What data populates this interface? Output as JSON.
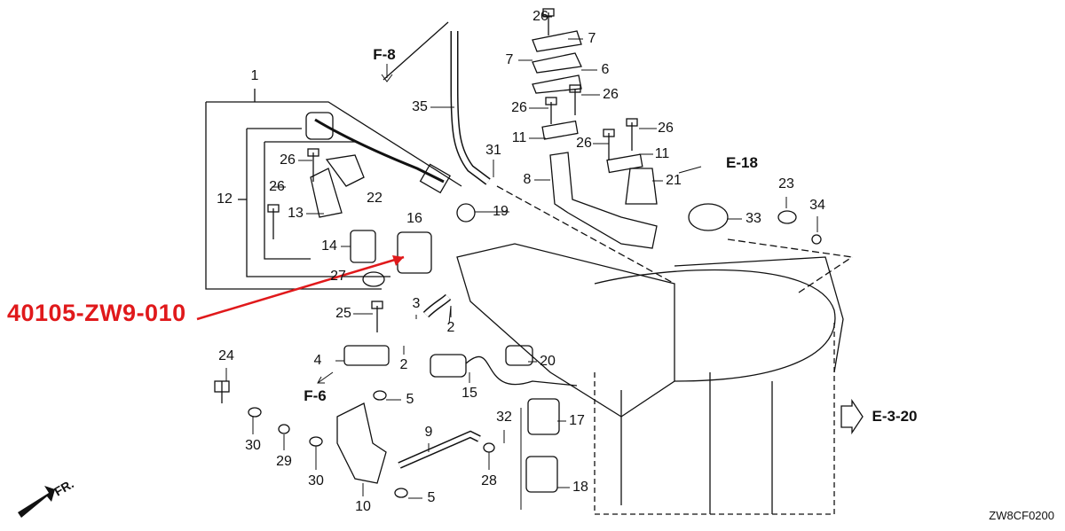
{
  "highlight_part": {
    "number": "40105-ZW9-010",
    "color": "#e0191b"
  },
  "diagram_code": "ZW8CF0200",
  "front_indicator": "FR.",
  "references": [
    "F-8",
    "E-18",
    "F-6",
    "E-3-20"
  ],
  "callouts": [
    "1",
    "12",
    "26",
    "26",
    "13",
    "22",
    "14",
    "16",
    "27",
    "35",
    "31",
    "19",
    "8",
    "26",
    "7",
    "7",
    "6",
    "26",
    "26",
    "11",
    "26",
    "26",
    "11",
    "21",
    "23",
    "34",
    "33",
    "25",
    "3",
    "2",
    "2",
    "4",
    "20",
    "15",
    "5",
    "24",
    "30",
    "29",
    "30",
    "10",
    "9",
    "32",
    "28",
    "17",
    "18",
    "5"
  ]
}
